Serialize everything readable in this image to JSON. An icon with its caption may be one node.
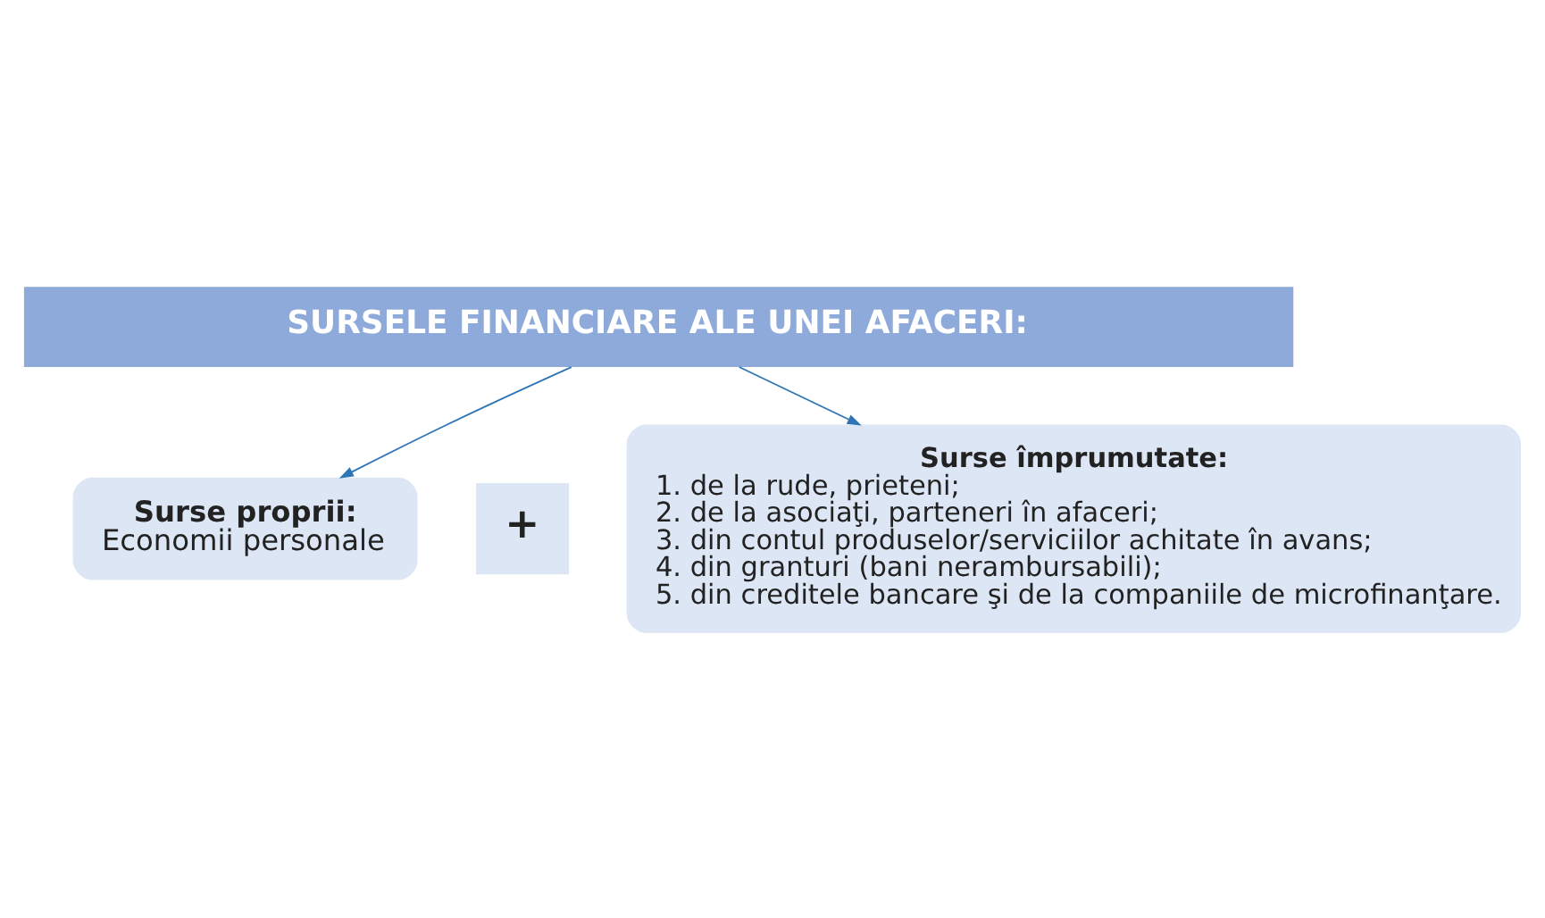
{
  "diagram": {
    "nodes": [
      {
        "text": [
          "SURSELE FINANCIARE ALE UNEI AFACERI:"
        ]
      },
      {
        "text": [
          "Surse proprii:",
          "Economii personale"
        ]
      },
      {
        "text": [
          "+"
        ]
      },
      {
        "text": [
          "Surse împrumutate:",
          "1. de la rude, prieteni;",
          "2. de la asociaţi, parteneri în afaceri;",
          "3. din contul produselor/serviciilor achitate în avans;",
          "4. din granturi (bani nerambursabili);",
          "5. din creditele bancare şi de la companiile de microfinanţare."
        ]
      }
    ],
    "edges": [
      {
        "from": 0,
        "to": 1,
        "arrow": "to"
      },
      {
        "from": 0,
        "to": 3,
        "arrow": "to"
      }
    ]
  }
}
